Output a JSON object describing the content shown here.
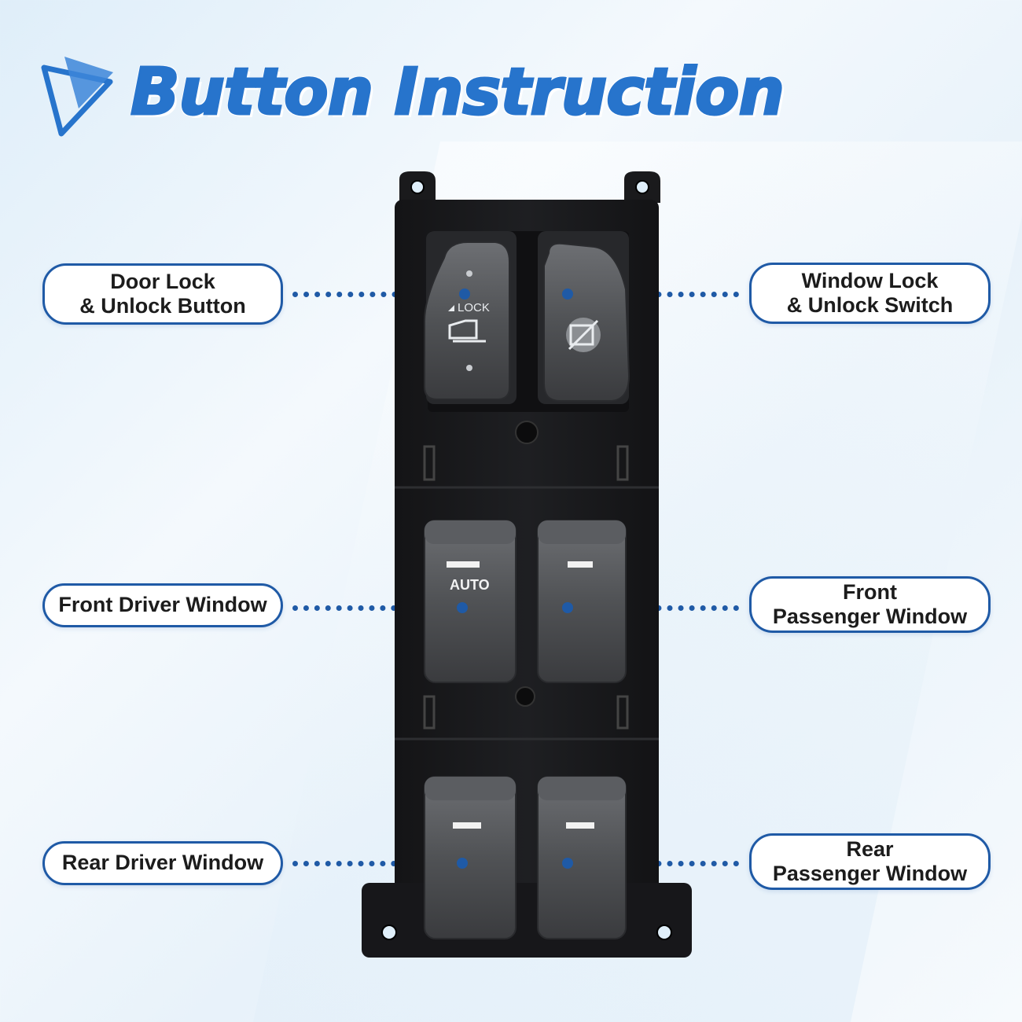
{
  "header": {
    "title": "Button Instruction",
    "logo_icon": "play-triangle-icon",
    "accent_color": "#2774cc"
  },
  "labels": {
    "door_lock": {
      "line1": "Door Lock",
      "line2": "& Unlock Button"
    },
    "window_lock": {
      "line1": "Window Lock",
      "line2": "& Unlock Switch"
    },
    "front_driver": {
      "line1": "Front Driver Window"
    },
    "front_passenger": {
      "line1": "Front",
      "line2": "Passenger Window"
    },
    "rear_driver": {
      "line1": "Rear Driver Window"
    },
    "rear_passenger": {
      "line1": "Rear",
      "line2": "Passenger Window"
    }
  },
  "device": {
    "door_lock_text": "LOCK",
    "auto_text": "AUTO",
    "door_lock_icon": "car-door-key-icon",
    "window_lock_icon": "window-lock-crossed-icon",
    "border_color": "#1f5aa6"
  }
}
